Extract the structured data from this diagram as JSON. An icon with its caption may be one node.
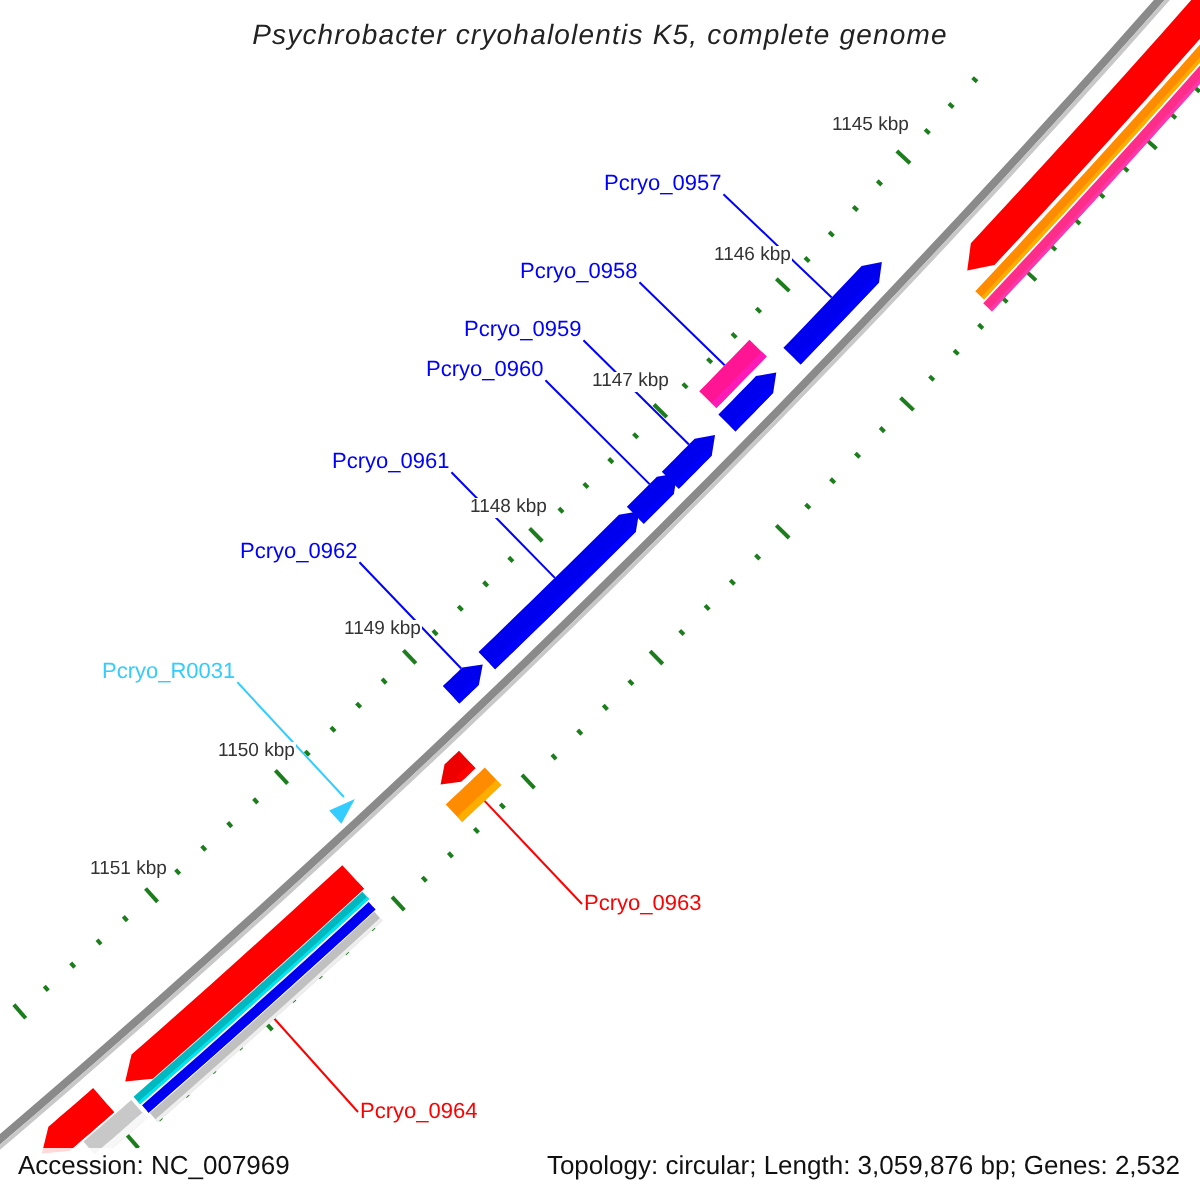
{
  "diagram": {
    "title": "Psychrobacter cryohalolentis K5, complete genome",
    "nodes": [
      {
        "text": [
          "Pcryo_0957"
        ]
      },
      {
        "text": [],
        "shape": "arrow"
      },
      {
        "text": [
          "Pcryo_0958"
        ]
      },
      {
        "text": [],
        "shape": "bar"
      },
      {
        "text": [
          "Pcryo_0959"
        ]
      },
      {
        "text": [],
        "shape": "arrow"
      },
      {
        "text": [
          "Pcryo_0960"
        ]
      },
      {
        "text": [],
        "shape": "arrow"
      },
      {
        "text": [
          "Pcryo_0961"
        ]
      },
      {
        "text": [],
        "shape": "arrow"
      },
      {
        "text": [
          "Pcryo_0962"
        ]
      },
      {
        "text": [],
        "shape": "arrow"
      },
      {
        "text": [
          "Pcryo_R0031"
        ]
      },
      {
        "text": [],
        "shape": "triangle"
      },
      {
        "text": [
          "Pcryo_0963"
        ]
      },
      {
        "text": [],
        "shape": "bar"
      },
      {
        "text": [
          "Pcryo_0964"
        ]
      },
      {
        "text": [],
        "shape": "bar"
      }
    ],
    "edges": [
      {
        "from": 0,
        "to": 1,
        "arrow": "none"
      },
      {
        "from": 2,
        "to": 3,
        "arrow": "none"
      },
      {
        "from": 4,
        "to": 5,
        "arrow": "none"
      },
      {
        "from": 6,
        "to": 7,
        "arrow": "none"
      },
      {
        "from": 8,
        "to": 9,
        "arrow": "none"
      },
      {
        "from": 10,
        "to": 11,
        "arrow": "none"
      },
      {
        "from": 12,
        "to": 13,
        "arrow": "none",
        "color": "#33ccff"
      },
      {
        "from": 14,
        "to": 15,
        "arrow": "none",
        "color": "#ff0000"
      },
      {
        "from": 16,
        "to": 17,
        "arrow": "none",
        "color": "#ff0000"
      }
    ],
    "labels": [
      "1145 kbp",
      "1146 kbp",
      "1147 kbp",
      "1148 kbp",
      "1149 kbp",
      "1150 kbp",
      "1151 kbp",
      "Accession: NC_007969",
      "Topology: circular; Length: 3,059,876 bp; Genes: 2,532"
    ]
  }
}
